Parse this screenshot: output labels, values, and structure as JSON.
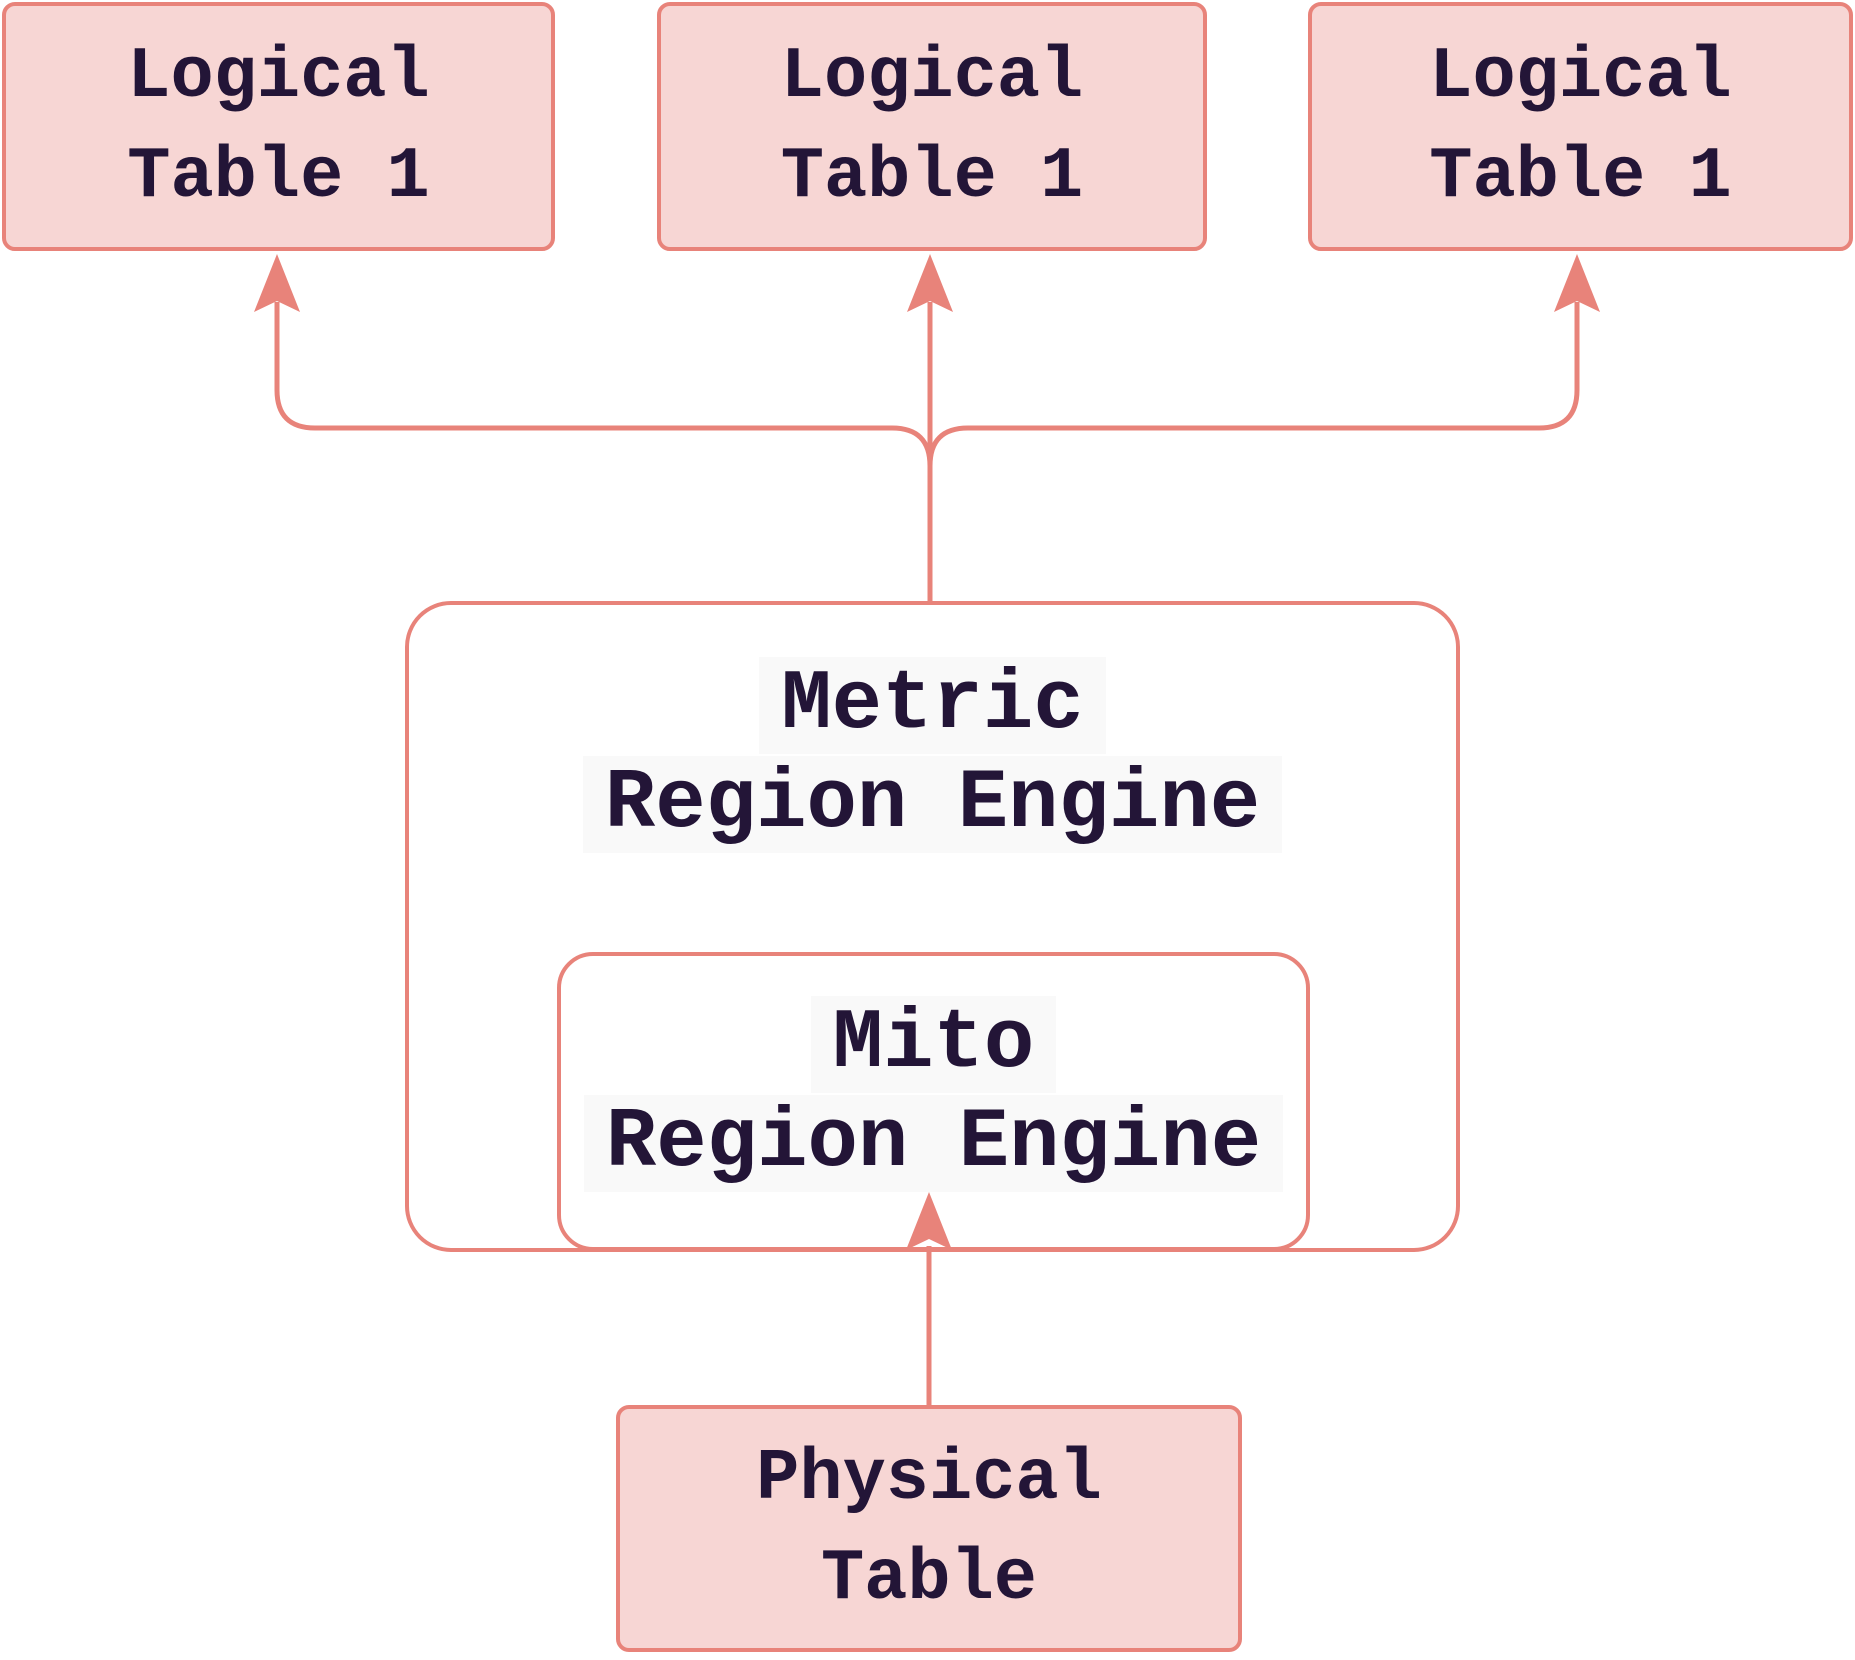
{
  "diagram": {
    "type": "flowchart",
    "direction": "bottom-to-top",
    "nodes": {
      "logical_left": {
        "line1": "Logical",
        "line2": "Table 1"
      },
      "logical_middle": {
        "line1": "Logical",
        "line2": "Table 1"
      },
      "logical_right": {
        "line1": "Logical",
        "line2": "Table 1"
      },
      "metric_engine": {
        "line1": "Metric",
        "line2": "Region Engine"
      },
      "mito_engine": {
        "line1": "Mito",
        "line2": "Region Engine",
        "contained_in": "metric_engine"
      },
      "physical_table": {
        "line1": "Physical",
        "line2": "Table"
      }
    },
    "edges": [
      {
        "from": "metric_engine",
        "to": "logical_left",
        "style": "arrow-up"
      },
      {
        "from": "metric_engine",
        "to": "logical_middle",
        "style": "arrow-up"
      },
      {
        "from": "metric_engine",
        "to": "logical_right",
        "style": "arrow-up"
      },
      {
        "from": "physical_table",
        "to": "mito_engine",
        "style": "arrow-up"
      }
    ]
  },
  "colors": {
    "arrow": "#e8837a",
    "node_border": "#e8837a",
    "node_fill": "#f7d6d4",
    "text": "#231537",
    "engine_fill": "#ffffff",
    "label_bg": "#f9f9f9",
    "background": "#ffffff"
  }
}
